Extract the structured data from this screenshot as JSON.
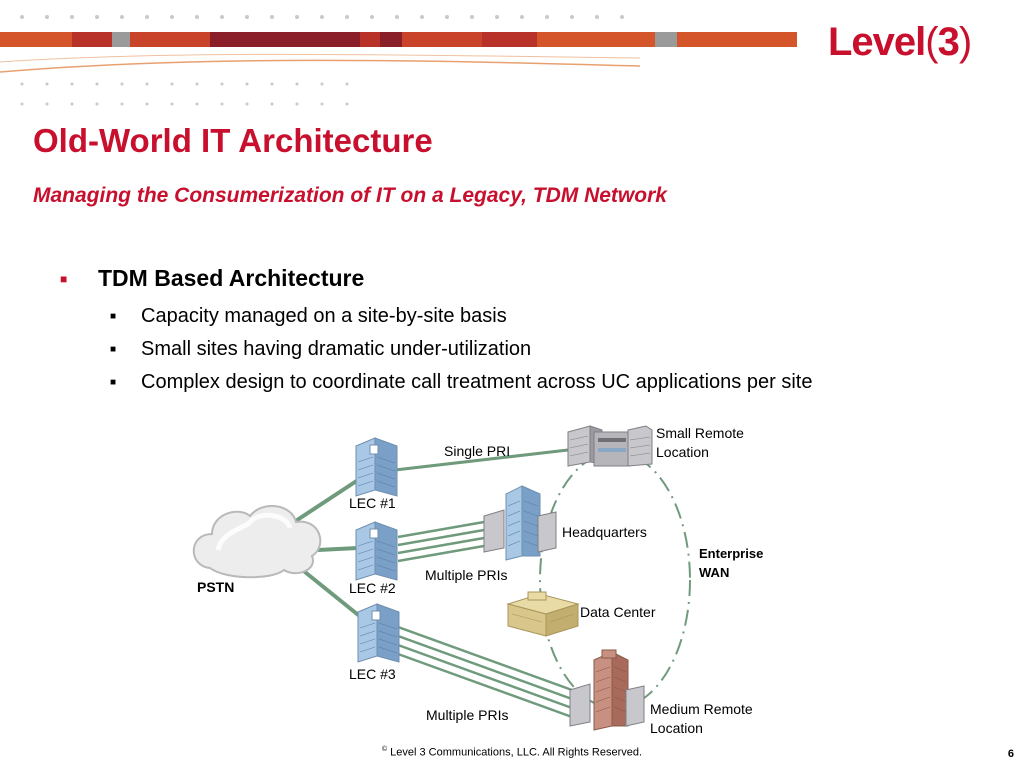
{
  "logo": {
    "word": "Level",
    "num": "3"
  },
  "title": "Old-World IT Architecture",
  "subtitle": "Managing the Consumerization of IT on a Legacy, TDM Network",
  "bullets": {
    "main": "TDM Based Architecture",
    "sub": [
      "Capacity managed on a site-by-site basis",
      "Small sites having dramatic under-utilization",
      "Complex design to coordinate call treatment across UC applications per site"
    ]
  },
  "diagram": {
    "pstn": "PSTN",
    "lec1": "LEC #1",
    "lec2": "LEC #2",
    "lec3": "LEC #3",
    "single_pri": "Single PRI",
    "multiple_pris_1": "Multiple PRIs",
    "multiple_pris_2": "Multiple PRIs",
    "small_remote_1": "Small Remote",
    "small_remote_2": "Location",
    "headquarters": "Headquarters",
    "enterprise_1": "Enterprise",
    "enterprise_2": "WAN",
    "data_center": "Data Center",
    "medium_remote_1": "Medium Remote",
    "medium_remote_2": "Location"
  },
  "footer": {
    "copyright": "©",
    "text": "Level 3 Communications, LLC.  All Rights Reserved.",
    "page": "6"
  },
  "colors": {
    "brand_red": "#c8102e",
    "link_green": "#6f9a7c",
    "building_blue": "#8fb4d8"
  }
}
